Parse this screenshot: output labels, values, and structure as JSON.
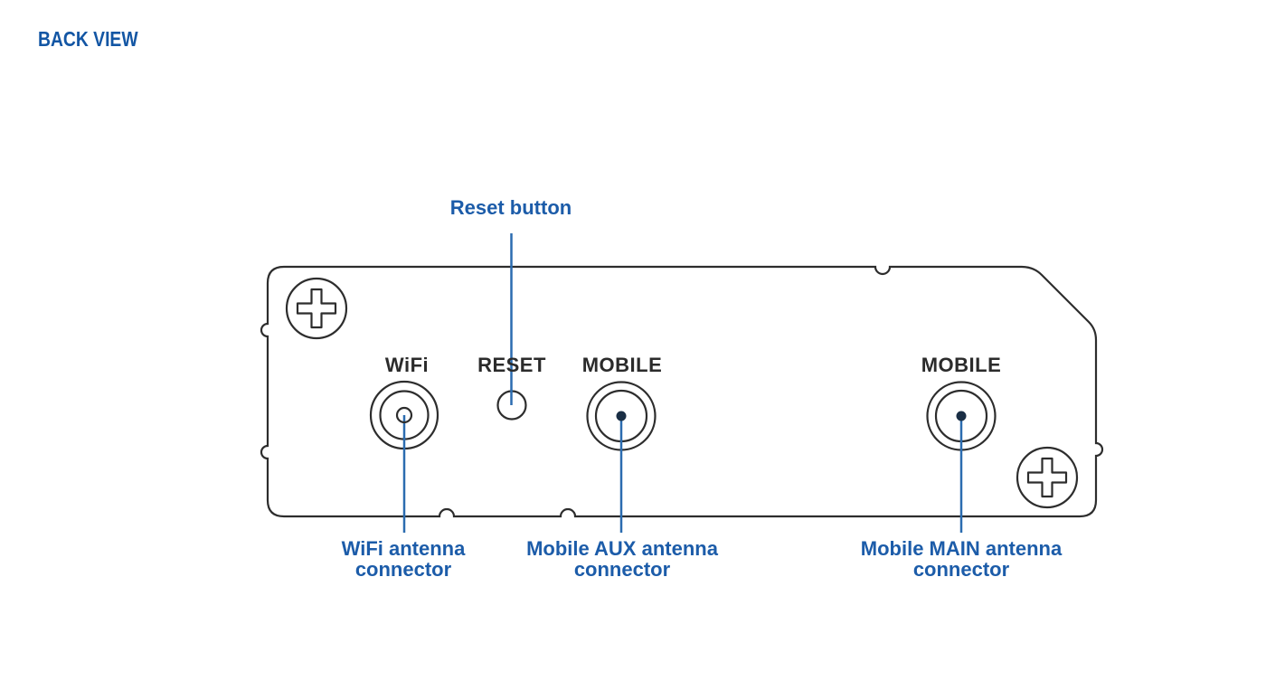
{
  "page_title": "BACK VIEW",
  "diagram": {
    "description": "Router back panel diagram",
    "port_labels": {
      "wifi": "WiFi",
      "reset": "RESET",
      "mobile_aux": "MOBILE",
      "mobile_main": "MOBILE"
    },
    "callouts": {
      "reset_button": {
        "label": "Reset button"
      },
      "wifi_antenna": {
        "line1": "WiFi antenna",
        "line2": "connector"
      },
      "mobile_aux_antenna": {
        "line1": "Mobile AUX antenna",
        "line2": "connector"
      },
      "mobile_main_antenna": {
        "line1": "Mobile MAIN antenna",
        "line2": "connector"
      }
    },
    "colors": {
      "title_blue": "#1356a4",
      "label_blue": "#1c5ca9",
      "leader_line_blue": "#2b6cb0",
      "outline_dark": "#2d2d2d",
      "connector_dot_navy": "#1a2e45"
    }
  }
}
